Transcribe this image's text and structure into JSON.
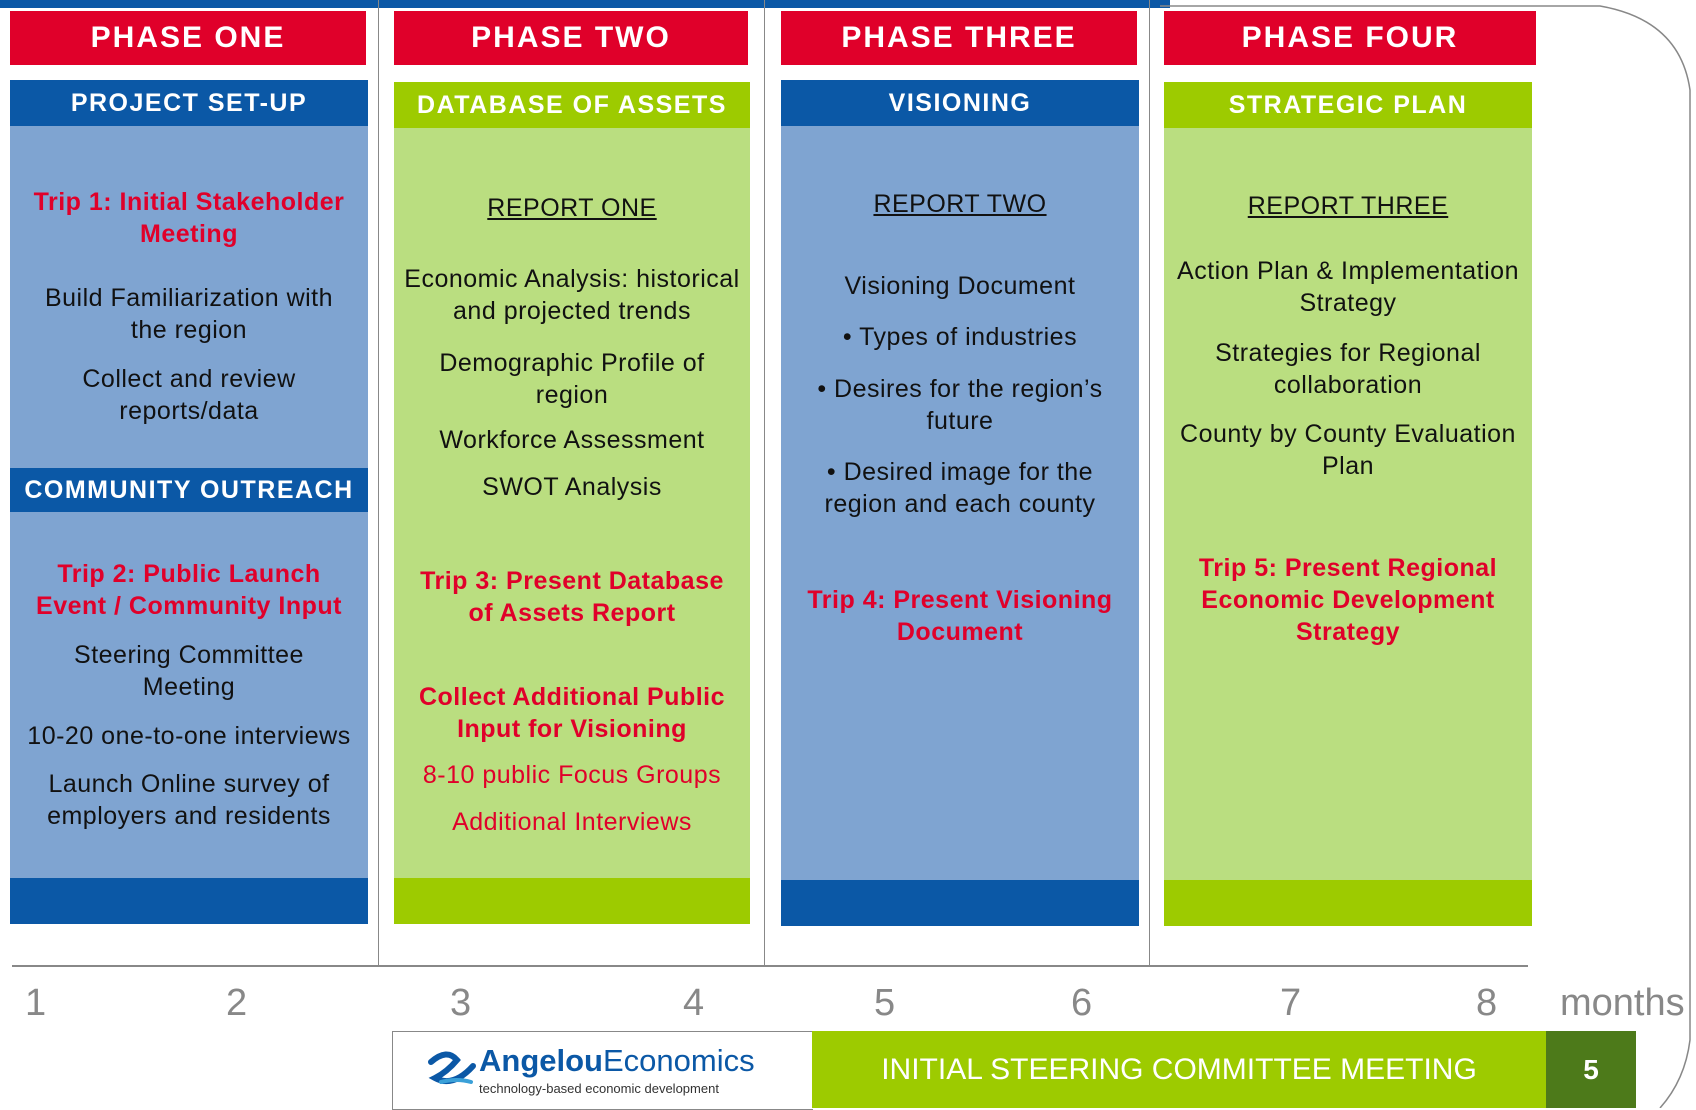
{
  "phases": {
    "one": {
      "title": "PHASE ONE",
      "section1": "PROJECT SET-UP",
      "trip": "Trip 1:  Initial Stakeholder Meeting",
      "items": [
        "Build Familiarization with the region",
        "Collect and review reports/data"
      ],
      "section2": "COMMUNITY OUTREACH",
      "trip2": "Trip 2: Public Launch Event / Community Input",
      "items2": [
        "Steering Committee Meeting",
        "10-20 one-to-one interviews",
        "Launch Online survey of employers and residents"
      ]
    },
    "two": {
      "title": "PHASE TWO",
      "section": "DATABASE OF ASSETS",
      "report": "REPORT ONE",
      "items": [
        "Economic Analysis: historical and projected trends",
        "Demographic Profile of region",
        "Workforce Assessment",
        "SWOT Analysis"
      ],
      "trip": "Trip 3:  Present Database of Assets Report",
      "collect": "Collect Additional Public Input for Visioning",
      "extra": [
        "8-10 public Focus Groups",
        "Additional Interviews"
      ]
    },
    "three": {
      "title": "PHASE THREE",
      "section": "VISIONING",
      "report": "REPORT TWO",
      "items": [
        "Visioning Document",
        "• Types of industries",
        "• Desires for the region’s future",
        "• Desired image for the region and each county"
      ],
      "trip": "Trip 4:  Present Visioning Document"
    },
    "four": {
      "title": "PHASE FOUR",
      "section": "STRATEGIC PLAN",
      "report": "REPORT THREE",
      "items": [
        "Action Plan & Implementation Strategy",
        "Strategies for Regional collaboration",
        "County by County Evaluation Plan"
      ],
      "trip": "Trip 5:  Present Regional Economic Development Strategy"
    }
  },
  "timeline": {
    "ticks": [
      "1",
      "2",
      "3",
      "4",
      "5",
      "6",
      "7",
      "8"
    ],
    "unit": "months"
  },
  "footer": {
    "logo_name_bold": "Angelou",
    "logo_name_rest": "Economics",
    "logo_tagline": "technology-based economic development",
    "title": "INITIAL STEERING COMMITTEE MEETING",
    "page": "5"
  },
  "colors": {
    "red": "#e0002a",
    "blue": "#0b58a6",
    "light_blue": "#7fa4d1",
    "green": "#9dcb00",
    "light_green": "#bade80",
    "dark_green": "#4d7a1a"
  }
}
